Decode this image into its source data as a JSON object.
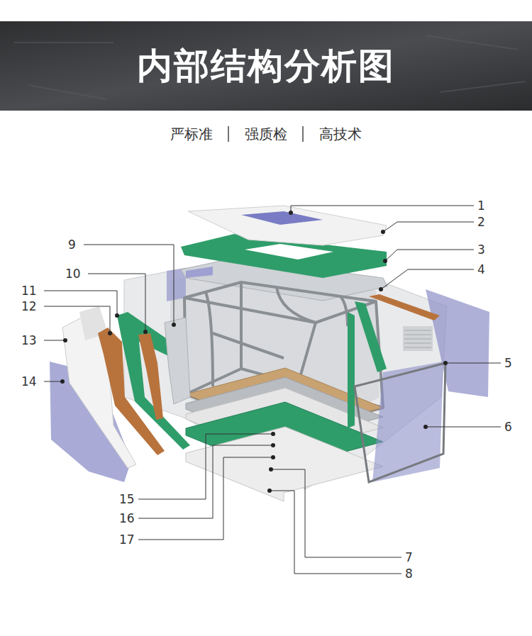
{
  "diagram": {
    "title": "内部结构分析图",
    "labels": [
      "严标准",
      "强质检",
      "高技术",
      "1",
      "2",
      "3",
      "4",
      "5",
      "6",
      "7",
      "8",
      "9",
      "10",
      "11",
      "12",
      "13",
      "14",
      "15",
      "16",
      "17"
    ]
  }
}
